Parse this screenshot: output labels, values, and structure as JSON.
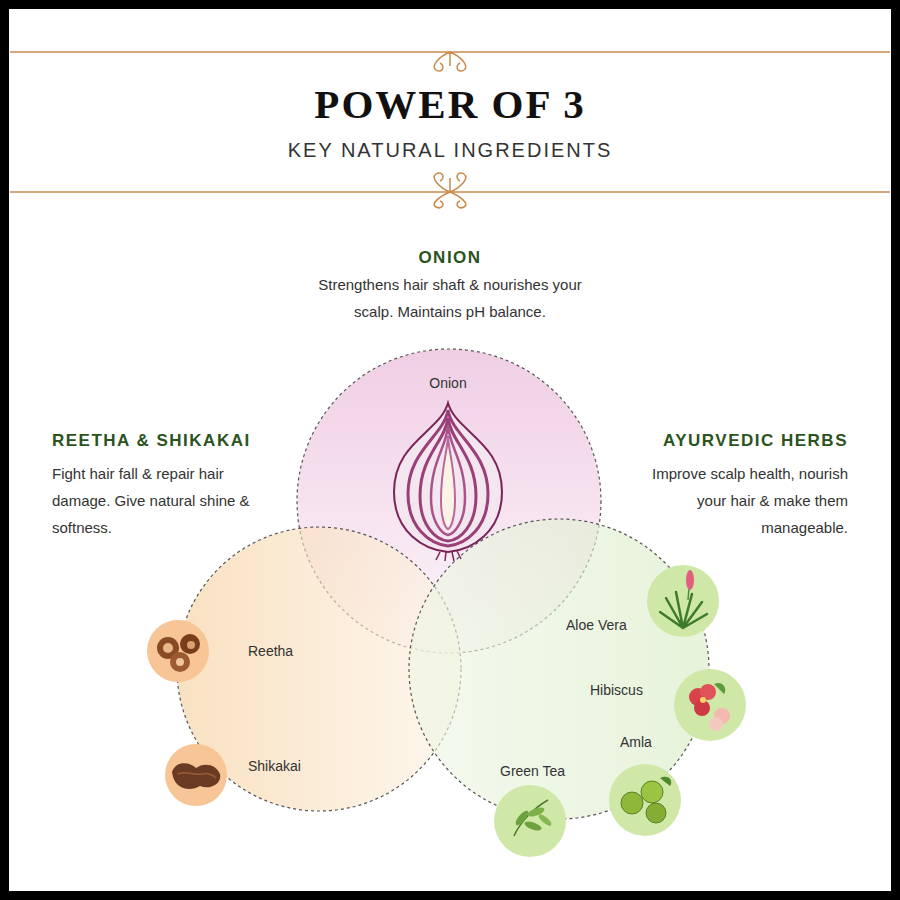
{
  "diagram": {
    "title": "POWER OF 3",
    "nodes": [
      {
        "text": [
          "ONION",
          "Strengthens hair shaft & nourishes your scalp. Maintains pH balance.",
          "Onion"
        ]
      },
      {
        "text": [
          "REETHA & SHIKAKAI",
          "Fight hair fall & repair hair damage. Give natural shine & softness.",
          "Reetha",
          "Shikakai"
        ]
      },
      {
        "text": [
          "AYURVEDIC HERBS",
          "Improve scalp health, nourish your hair & make them manageable.",
          "Aloe Vera",
          "Hibiscus",
          "Amla",
          "Green Tea"
        ]
      }
    ],
    "labels": [
      "KEY NATURAL INGREDIENTS"
    ]
  }
}
